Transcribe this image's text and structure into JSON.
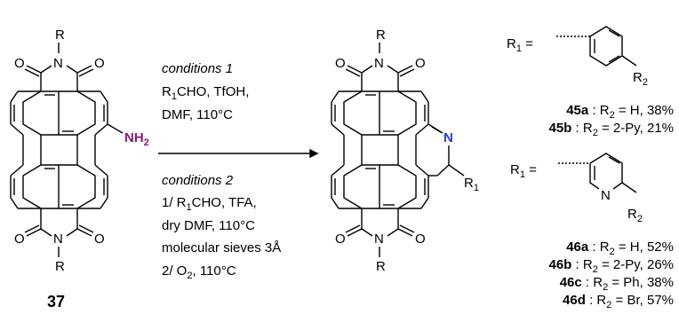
{
  "reactant": {
    "label": "37",
    "nh2": "NH",
    "nh2_sub": "2",
    "top_r": "R",
    "top_n": "N",
    "bot_r": "R",
    "bot_n": "N",
    "o": "O"
  },
  "conditions1": {
    "title": "conditions 1",
    "line1_pre": "R",
    "line1_sub": "1",
    "line1_post": "CHO, TfOH,",
    "line2": "DMF, 110°C"
  },
  "conditions2": {
    "title": "conditions 2",
    "line1_pre": "1/ R",
    "line1_sub": "1",
    "line1_post": "CHO, TFA,",
    "line2": "dry DMF, 110°C",
    "line3": "molecular sieves 3Å",
    "line4_pre": "2/ O",
    "line4_sub": "2",
    "line4_post": ", 110°C"
  },
  "product": {
    "n_label": "N",
    "r1_pre": "R",
    "r1_sub": "1",
    "top_r": "R",
    "bot_r": "R",
    "n": "N",
    "o": "O"
  },
  "r1_group_a": {
    "label_pre": "R",
    "label_sub": "1",
    "label_post": " =",
    "r2_pre": "R",
    "r2_sub": "2",
    "entries": [
      {
        "id": "45a",
        "r2": "H",
        "yield": "38%"
      },
      {
        "id": "45b",
        "r2": "2-Py",
        "yield": "21%"
      }
    ]
  },
  "r1_group_b": {
    "label_pre": "R",
    "label_sub": "1",
    "label_post": " =",
    "ring_n": "N",
    "r2_pre": "R",
    "r2_sub": "2",
    "entries": [
      {
        "id": "46a",
        "r2": "H",
        "yield": "52%"
      },
      {
        "id": "46b",
        "r2": "2-Py",
        "yield": "26%"
      },
      {
        "id": "46c",
        "r2": "Ph",
        "yield": "38%"
      },
      {
        "id": "46d",
        "r2": "Br",
        "yield": "57%"
      }
    ]
  },
  "colors": {
    "nh2": "#8b1a7a",
    "product_n": "#1f3fd1"
  }
}
